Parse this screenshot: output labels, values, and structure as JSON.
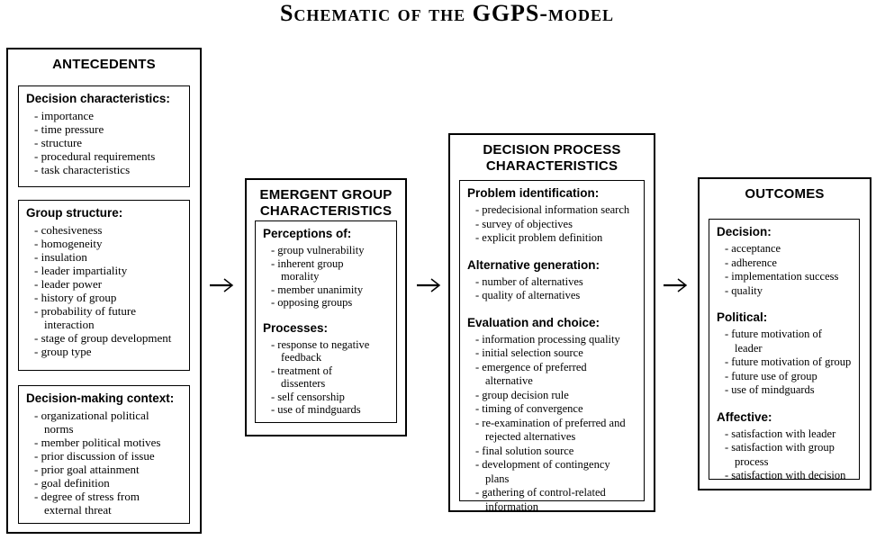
{
  "title": {
    "lead": "Schematic of the ",
    "emphasis": "GGPS-model"
  },
  "colors": {
    "text": "#000000",
    "border": "#000000",
    "background": "#ffffff"
  },
  "arrows": {
    "count": 3,
    "direction": "right"
  },
  "diagram": {
    "antecedents": {
      "header": "ANTECEDENTS",
      "decision_characteristics": {
        "heading": "Decision characteristics:",
        "items": [
          "importance",
          "time pressure",
          "structure",
          "procedural requirements",
          "task characteristics"
        ]
      },
      "group_structure": {
        "heading": "Group structure:",
        "items": [
          "cohesiveness",
          "homogeneity",
          "insulation",
          "leader impartiality",
          "leader power",
          "history of group",
          "probability of future\ninteraction",
          "stage of group development",
          "group type"
        ]
      },
      "decision_making_context": {
        "heading": "Decision-making context:",
        "items": [
          "organizational political\nnorms",
          "member political motives",
          "prior discussion of issue",
          "prior goal attainment",
          "goal definition",
          "degree of stress from\nexternal threat"
        ]
      }
    },
    "emergent_group": {
      "header": "EMERGENT GROUP CHARACTERISTICS",
      "perceptions": {
        "heading": "Perceptions of:",
        "items": [
          "group vulnerability",
          "inherent group\nmorality",
          "member unanimity",
          "opposing groups"
        ]
      },
      "processes": {
        "heading": "Processes:",
        "items": [
          "response to negative\nfeedback",
          "treatment of\ndissenters",
          "self censorship",
          "use of mindguards"
        ]
      }
    },
    "decision_process": {
      "header": "DECISION PROCESS CHARACTERISTICS",
      "problem_identification": {
        "heading": "Problem identification:",
        "items": [
          "predecisional information search",
          "survey of objectives",
          "explicit problem definition"
        ]
      },
      "alternative_generation": {
        "heading": "Alternative generation:",
        "items": [
          "number of alternatives",
          "quality of alternatives"
        ]
      },
      "evaluation_and_choice": {
        "heading": "Evaluation and choice:",
        "items": [
          "information processing quality",
          "initial selection source",
          "emergence of preferred\nalternative",
          "group decision rule",
          "timing of convergence",
          "re-examination of preferred and\nrejected alternatives",
          "final solution source",
          "development of contingency\nplans",
          "gathering of control-related\ninformation"
        ]
      }
    },
    "outcomes": {
      "header": "OUTCOMES",
      "decision": {
        "heading": "Decision:",
        "items": [
          "acceptance",
          "adherence",
          "implementation success",
          "quality"
        ]
      },
      "political": {
        "heading": "Political:",
        "items": [
          "future motivation of\nleader",
          "future motivation of group",
          "future use of group",
          "use of mindguards"
        ]
      },
      "affective": {
        "heading": "Affective:",
        "items": [
          "satisfaction with leader",
          "satisfaction with group\nprocess",
          "satisfaction with decision"
        ]
      }
    }
  }
}
